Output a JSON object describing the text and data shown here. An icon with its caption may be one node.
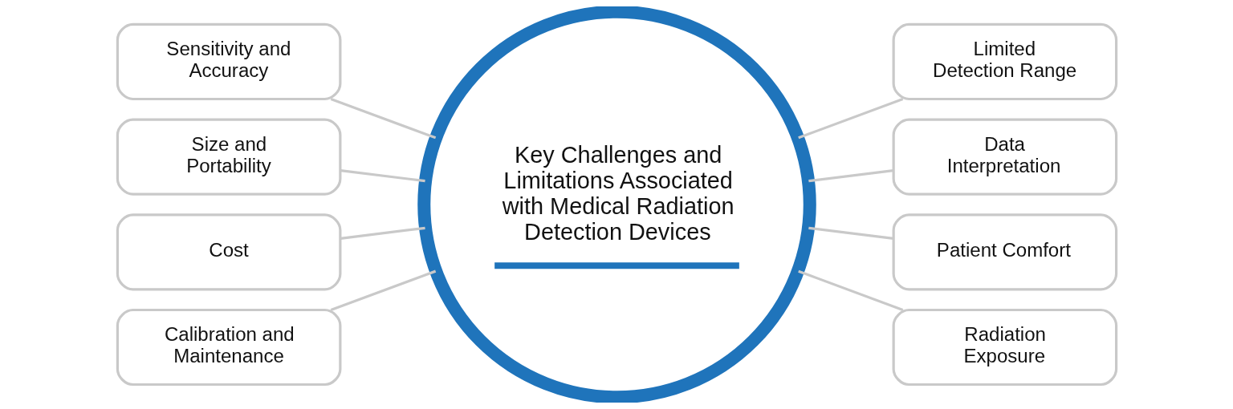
{
  "diagram": {
    "nodes": [
      {
        "text": [
          "Sensitivity and Accuracy"
        ]
      },
      {
        "text": [
          "Size and Portability"
        ]
      },
      {
        "text": [
          "Cost"
        ]
      },
      {
        "text": [
          "Calibration and Maintenance"
        ]
      },
      {
        "text": [
          "Key Challenges and Limitations Associated with Medical Radiation Detection Devices"
        ]
      },
      {
        "text": [
          "Limited Detection Range"
        ]
      },
      {
        "text": [
          "Data Interpretation"
        ]
      },
      {
        "text": [
          "Patient Comfort"
        ]
      },
      {
        "text": [
          "Radiation Exposure"
        ]
      }
    ],
    "edges": [
      {
        "from": 0,
        "to": 4,
        "arrow": "none"
      },
      {
        "from": 1,
        "to": 4,
        "arrow": "none"
      },
      {
        "from": 2,
        "to": 4,
        "arrow": "none"
      },
      {
        "from": 3,
        "to": 4,
        "arrow": "none"
      },
      {
        "from": 4,
        "to": 5,
        "arrow": "none"
      },
      {
        "from": 4,
        "to": 6,
        "arrow": "none"
      },
      {
        "from": 4,
        "to": 7,
        "arrow": "none"
      },
      {
        "from": 4,
        "to": 8,
        "arrow": "none"
      }
    ]
  }
}
